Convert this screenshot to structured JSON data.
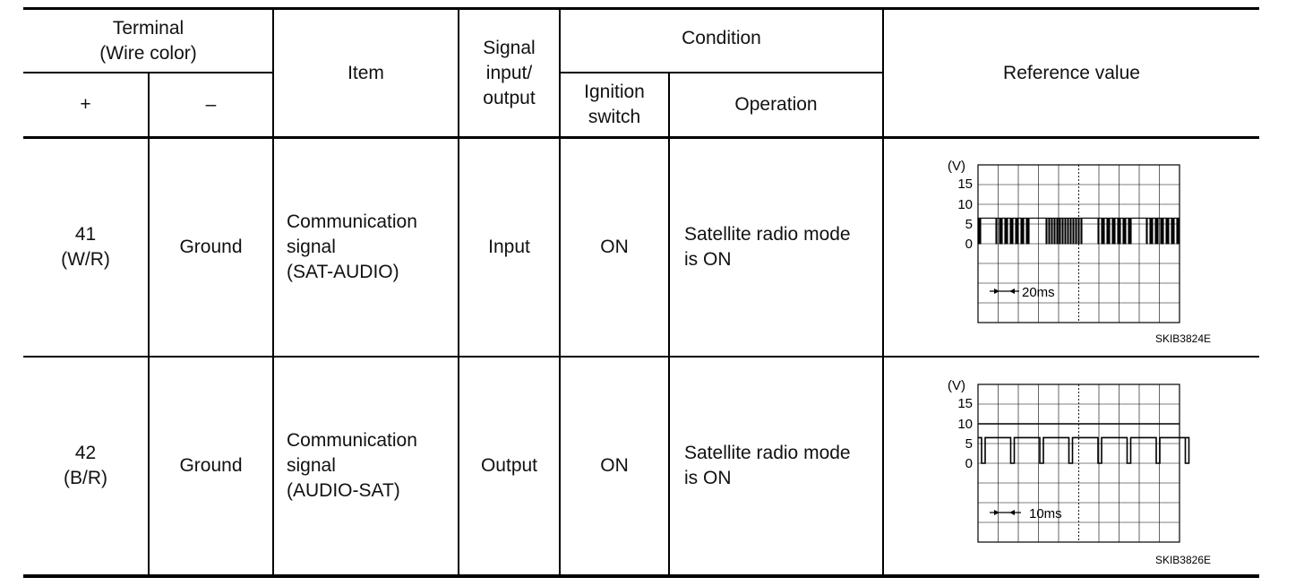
{
  "header": {
    "terminal": {
      "line1": "Terminal",
      "line2": "(Wire color)"
    },
    "plus": "+",
    "minus": "–",
    "item": "Item",
    "signal": {
      "line1": "Signal",
      "line2": "input/",
      "line3": "output"
    },
    "condition": "Condition",
    "ignition": {
      "line1": "Ignition",
      "line2": "switch"
    },
    "operation": "Operation",
    "reference": "Reference value"
  },
  "rows": [
    {
      "terminal_no": "41",
      "wire_color": "(W/R)",
      "minus": "Ground",
      "item": {
        "line1": "Communication",
        "line2": "signal",
        "line3": "(SAT-AUDIO)"
      },
      "signal": "Input",
      "ignition": "ON",
      "operation": {
        "line1": "Satellite radio mode",
        "line2": "is ON"
      },
      "scope": {
        "unit": "(V)",
        "ticks": [
          "15",
          "10",
          "5",
          "0"
        ],
        "time_div": "20ms",
        "code": "SKIB3824E",
        "waveform": "burst"
      }
    },
    {
      "terminal_no": "42",
      "wire_color": "(B/R)",
      "minus": "Ground",
      "item": {
        "line1": "Communication",
        "line2": "signal",
        "line3": "(AUDIO-SAT)"
      },
      "signal": "Output",
      "ignition": "ON",
      "operation": {
        "line1": "Satellite radio mode",
        "line2": "is ON"
      },
      "scope": {
        "unit": "(V)",
        "ticks": [
          "15",
          "10",
          "5",
          "0"
        ],
        "time_div": "10ms",
        "code": "SKIB3826E",
        "waveform": "pulse"
      }
    }
  ]
}
